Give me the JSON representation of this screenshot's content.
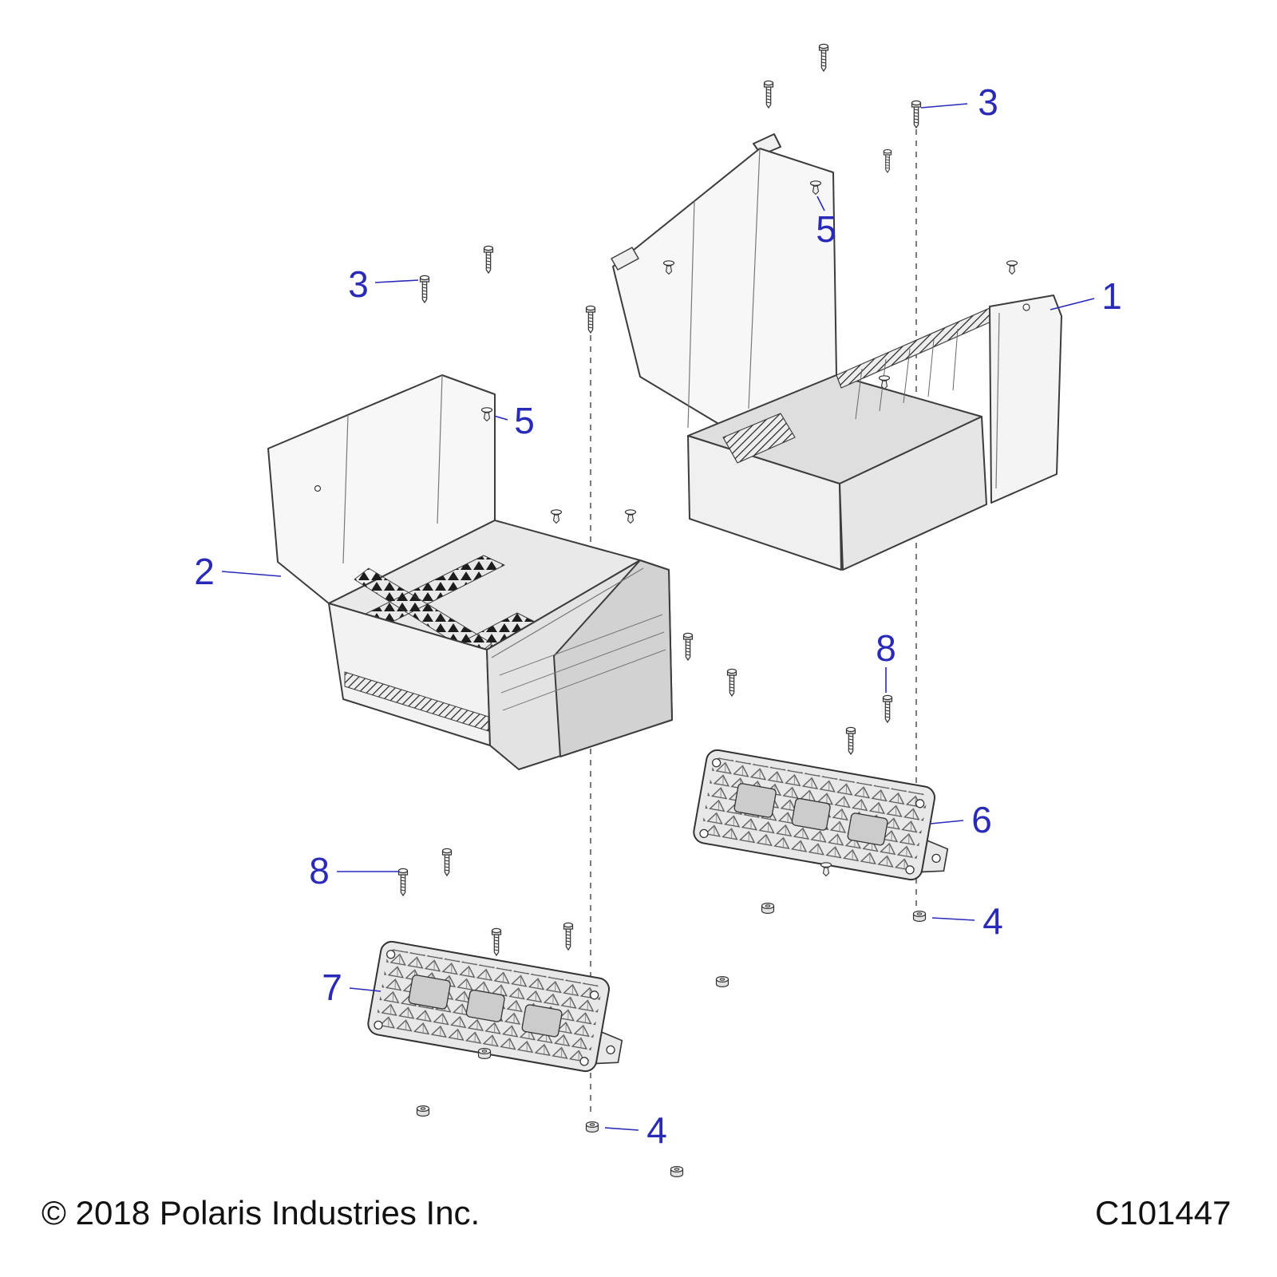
{
  "page": {
    "background": "#ffffff"
  },
  "colors": {
    "callout": "#2a2ab8",
    "line": "#3c3c3c"
  },
  "footer": {
    "copyright": "© 2018 Polaris Industries Inc.",
    "drawing_number": "C101447"
  },
  "callouts": [
    {
      "id": "callout-3-top",
      "label": "3"
    },
    {
      "id": "callout-5-top",
      "label": "5"
    },
    {
      "id": "callout-3-left",
      "label": "3"
    },
    {
      "id": "callout-1",
      "label": "1"
    },
    {
      "id": "callout-5-mid",
      "label": "5"
    },
    {
      "id": "callout-2",
      "label": "2"
    },
    {
      "id": "callout-8-right",
      "label": "8"
    },
    {
      "id": "callout-6",
      "label": "6"
    },
    {
      "id": "callout-8-left",
      "label": "8"
    },
    {
      "id": "callout-4-right",
      "label": "4"
    },
    {
      "id": "callout-7",
      "label": "7"
    },
    {
      "id": "callout-4-bottom",
      "label": "4"
    }
  ]
}
